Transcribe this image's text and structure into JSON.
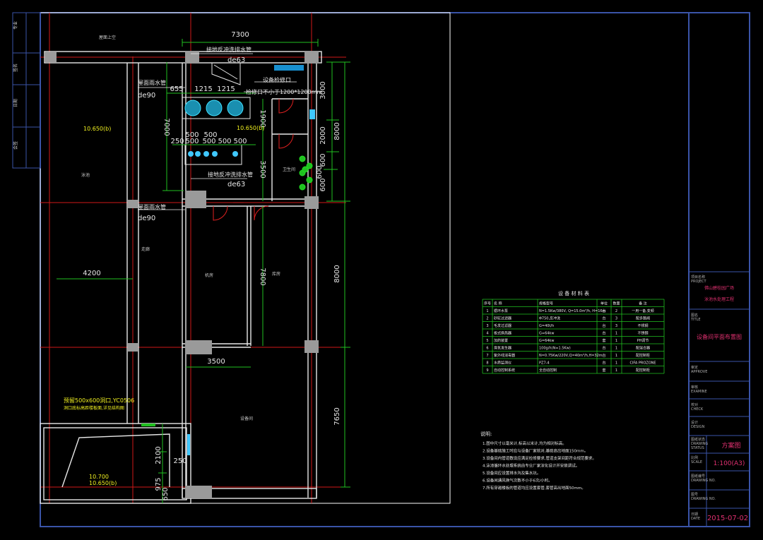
{
  "plan": {
    "dims": {
      "top_7300": "7300",
      "d1215a": "1215",
      "d1215b": "1215",
      "d655": "655",
      "d7000": "7000",
      "d500a": "500",
      "d500b": "500",
      "d250": "250",
      "d500c": "500",
      "d500d": "500",
      "d500e": "500",
      "d500f": "500",
      "d1900": "1900",
      "d3500v": "3500",
      "d3000": "3000",
      "d2000": "2000",
      "d8000a": "8000",
      "d600a": "600",
      "d600b": "600",
      "d600c": "600",
      "d4200": "4200",
      "d7800": "7800",
      "d8000b": "8000",
      "d3500h": "3500",
      "d7650": "7650",
      "d2100": "2100",
      "d250b": "250",
      "d975": "975",
      "d650": "650"
    },
    "labels": {
      "drain_top": "接地反冲洗排水管",
      "de63_top": "de63",
      "drain_mid": "接地反冲洗排水管",
      "de63_mid": "de63",
      "rain_1": "屋面雨水管",
      "de90_1": "de90",
      "rain_2": "屋面雨水管",
      "de90_2": "de90",
      "equip_note": "设备检修口",
      "pit_note": "检修口不小于1200*1200mm",
      "elev_1": "10.650(b)",
      "elev_2": "10.650(b)",
      "elev_3a": "10.700",
      "elev_3b": "10.650(b)",
      "opening_note": "预留500x600洞口,YC0506",
      "opening_sub": "洞口底标高距楼板面,详见结构图",
      "room_top": "屋面上空",
      "room_left": "泳池",
      "room_corr": "走廊",
      "room_mid": "机房",
      "room_right": "库房",
      "room_low": "设备间",
      "room_wc": "卫生间"
    },
    "left_strip": [
      "专业",
      "签名",
      "日期",
      "会签"
    ]
  },
  "table": {
    "title": "设 备 材 料 表",
    "headers": [
      "序号",
      "名 称",
      "规格型号",
      "单位",
      "数量",
      "备 注"
    ],
    "rows": [
      [
        "1",
        "循环水泵",
        "N=1.5Kw/380V, Q=15.0m³/h, H=16m",
        "台",
        "2",
        "一用一备,变频"
      ],
      [
        "2",
        "砂缸过滤器",
        "Φ750,反冲洗",
        "台",
        "3",
        "配多路阀"
      ],
      [
        "3",
        "毛发过滤器",
        "G=40t/h",
        "台",
        "3",
        "不锈钢"
      ],
      [
        "4",
        "板式换热器",
        "G=64kw",
        "台",
        "1",
        "不锈钢"
      ],
      [
        "5",
        "加药装置",
        "G=64kw",
        "套",
        "1",
        "PH调节"
      ],
      [
        "6",
        "臭氧发生器",
        "100g/h(N=1.5Kw)",
        "台",
        "1",
        "配混合器"
      ],
      [
        "7",
        "紫外线消毒器",
        "N=0.75Kw/220V,Q=40m³/h,H=32m",
        "台",
        "1",
        "配控制柜"
      ],
      [
        "8",
        "水质监测仪",
        "PZ7-4",
        "台",
        "1",
        "CIFA PROZONE"
      ],
      [
        "9",
        "自动控制系统",
        "全自动控制",
        "套",
        "1",
        "配控制柜"
      ]
    ]
  },
  "notes": {
    "heading": "说明:",
    "items": [
      "1.图中尺寸以毫米计,标高以米计,均为相对标高。",
      "2.设备基础施工时应与设备厂家核对,基础高出地面150mm。",
      "3.设备间内管道敷设应满足检修要求,管道支架间距符合规范要求。",
      "4.泳池循环水处理系统由专业厂家深化设计并安装调试。",
      "5.设备间应设置排水沟及集水坑。",
      "6.设备间通风换气次数不小于6次/小时。",
      "7.所有穿越楼板的管道均应设置套管,套管高出地面50mm。"
    ]
  },
  "titleblock": {
    "project_label": "项目名称\nPROJECT",
    "project_name_1": "佛山碧桂园广场",
    "project_name_2": "泳池水处理工程",
    "title_label": "图名\nTITLE",
    "title_value": "设备间平面布置图",
    "approve": "审定\nAPPROVE",
    "examine": "审核\nEXAMINE",
    "check": "校对\nCHECK",
    "design": "设计\nDESIGN",
    "status_label": "图纸状态\nDRAWING\nSTATUS",
    "status_value": "方案图",
    "scale_label": "比例\nSCALE",
    "scale_value": "1:100(A3)",
    "drawing_no_label": "图纸编号\nDRAWING NO.",
    "sheet_label": "图号\nDRAWING NO.",
    "date_label": "日期\nDATE",
    "date_value": "2015-07-02"
  }
}
